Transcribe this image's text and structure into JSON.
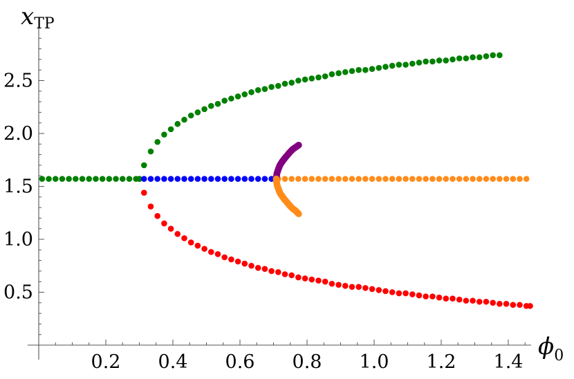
{
  "chart_data": {
    "type": "scatter",
    "xlabel": "ϕ",
    "xlabel_sub": "0",
    "ylabel": "x",
    "ylabel_sub": "TP",
    "xlim": [
      0,
      1.47
    ],
    "ylim": [
      0,
      2.9
    ],
    "xticks": [
      "0.2",
      "0.4",
      "0.6",
      "0.8",
      "1.0",
      "1.2",
      "1.4"
    ],
    "yticks": [
      "0.5",
      "1.0",
      "1.5",
      "2.0",
      "2.5"
    ],
    "grid": false,
    "series": [
      {
        "color": "#008000",
        "marker_size": "small",
        "points": [
          [
            0.01,
            1.571
          ],
          [
            0.03,
            1.571
          ],
          [
            0.05,
            1.571
          ],
          [
            0.07,
            1.571
          ],
          [
            0.09,
            1.571
          ],
          [
            0.11,
            1.571
          ],
          [
            0.13,
            1.571
          ],
          [
            0.15,
            1.571
          ],
          [
            0.17,
            1.571
          ],
          [
            0.19,
            1.571
          ],
          [
            0.21,
            1.571
          ],
          [
            0.23,
            1.571
          ],
          [
            0.25,
            1.571
          ],
          [
            0.27,
            1.571
          ],
          [
            0.29,
            1.571
          ],
          [
            0.3,
            1.571
          ]
        ]
      },
      {
        "color": "#008000",
        "marker_size": "small",
        "points": [
          [
            0.3,
            1.571
          ],
          [
            0.314,
            1.7
          ],
          [
            0.334,
            1.83
          ],
          [
            0.354,
            1.92
          ],
          [
            0.374,
            1.99
          ],
          [
            0.394,
            2.04
          ],
          [
            0.414,
            2.09
          ],
          [
            0.434,
            2.13
          ],
          [
            0.454,
            2.17
          ],
          [
            0.474,
            2.2
          ],
          [
            0.494,
            2.23
          ],
          [
            0.514,
            2.26
          ],
          [
            0.534,
            2.28
          ],
          [
            0.554,
            2.31
          ],
          [
            0.574,
            2.33
          ],
          [
            0.594,
            2.35
          ],
          [
            0.614,
            2.37
          ],
          [
            0.634,
            2.39
          ],
          [
            0.654,
            2.41
          ],
          [
            0.674,
            2.42
          ],
          [
            0.694,
            2.44
          ],
          [
            0.714,
            2.45
          ],
          [
            0.734,
            2.47
          ],
          [
            0.754,
            2.48
          ],
          [
            0.774,
            2.5
          ],
          [
            0.794,
            2.51
          ],
          [
            0.814,
            2.52
          ],
          [
            0.834,
            2.53
          ],
          [
            0.854,
            2.54
          ],
          [
            0.874,
            2.56
          ],
          [
            0.894,
            2.57
          ],
          [
            0.914,
            2.58
          ],
          [
            0.934,
            2.59
          ],
          [
            0.954,
            2.6
          ],
          [
            0.974,
            2.6
          ],
          [
            0.994,
            2.61
          ],
          [
            1.014,
            2.62
          ],
          [
            1.034,
            2.63
          ],
          [
            1.054,
            2.64
          ],
          [
            1.074,
            2.65
          ],
          [
            1.094,
            2.65
          ],
          [
            1.114,
            2.66
          ],
          [
            1.134,
            2.67
          ],
          [
            1.154,
            2.68
          ],
          [
            1.174,
            2.68
          ],
          [
            1.194,
            2.69
          ],
          [
            1.214,
            2.69
          ],
          [
            1.234,
            2.7
          ],
          [
            1.254,
            2.71
          ],
          [
            1.274,
            2.71
          ],
          [
            1.294,
            2.72
          ],
          [
            1.314,
            2.72
          ],
          [
            1.334,
            2.73
          ],
          [
            1.354,
            2.74
          ],
          [
            1.374,
            2.74
          ]
        ]
      },
      {
        "color": "#ff0000",
        "marker_size": "small",
        "points": [
          [
            0.314,
            1.44
          ],
          [
            0.334,
            1.31
          ],
          [
            0.354,
            1.22
          ],
          [
            0.374,
            1.15
          ],
          [
            0.394,
            1.1
          ],
          [
            0.414,
            1.05
          ],
          [
            0.434,
            1.01
          ],
          [
            0.454,
            0.97
          ],
          [
            0.474,
            0.94
          ],
          [
            0.494,
            0.91
          ],
          [
            0.514,
            0.88
          ],
          [
            0.534,
            0.86
          ],
          [
            0.554,
            0.83
          ],
          [
            0.574,
            0.81
          ],
          [
            0.594,
            0.79
          ],
          [
            0.614,
            0.77
          ],
          [
            0.634,
            0.75
          ],
          [
            0.654,
            0.73
          ],
          [
            0.674,
            0.72
          ],
          [
            0.694,
            0.7
          ],
          [
            0.714,
            0.69
          ],
          [
            0.734,
            0.67
          ],
          [
            0.754,
            0.66
          ],
          [
            0.774,
            0.64
          ],
          [
            0.794,
            0.63
          ],
          [
            0.814,
            0.62
          ],
          [
            0.834,
            0.61
          ],
          [
            0.854,
            0.6
          ],
          [
            0.874,
            0.58
          ],
          [
            0.894,
            0.57
          ],
          [
            0.914,
            0.56
          ],
          [
            0.934,
            0.55
          ],
          [
            0.954,
            0.55
          ],
          [
            0.974,
            0.54
          ],
          [
            0.994,
            0.53
          ],
          [
            1.014,
            0.52
          ],
          [
            1.034,
            0.51
          ],
          [
            1.054,
            0.5
          ],
          [
            1.074,
            0.49
          ],
          [
            1.094,
            0.49
          ],
          [
            1.114,
            0.48
          ],
          [
            1.134,
            0.47
          ],
          [
            1.154,
            0.46
          ],
          [
            1.174,
            0.46
          ],
          [
            1.194,
            0.45
          ],
          [
            1.214,
            0.44
          ],
          [
            1.234,
            0.44
          ],
          [
            1.254,
            0.43
          ],
          [
            1.274,
            0.42
          ],
          [
            1.294,
            0.42
          ],
          [
            1.314,
            0.41
          ],
          [
            1.334,
            0.41
          ],
          [
            1.354,
            0.4
          ],
          [
            1.374,
            0.39
          ],
          [
            1.394,
            0.39
          ],
          [
            1.414,
            0.38
          ],
          [
            1.434,
            0.38
          ],
          [
            1.454,
            0.37
          ],
          [
            1.465,
            0.37
          ]
        ]
      },
      {
        "color": "#0000ff",
        "marker_size": "small",
        "points": [
          [
            0.314,
            1.571
          ],
          [
            0.334,
            1.571
          ],
          [
            0.354,
            1.571
          ],
          [
            0.374,
            1.571
          ],
          [
            0.394,
            1.571
          ],
          [
            0.414,
            1.571
          ],
          [
            0.434,
            1.571
          ],
          [
            0.454,
            1.571
          ],
          [
            0.474,
            1.571
          ],
          [
            0.494,
            1.571
          ],
          [
            0.514,
            1.571
          ],
          [
            0.534,
            1.571
          ],
          [
            0.554,
            1.571
          ],
          [
            0.574,
            1.571
          ],
          [
            0.594,
            1.571
          ],
          [
            0.614,
            1.571
          ],
          [
            0.634,
            1.571
          ],
          [
            0.654,
            1.571
          ],
          [
            0.674,
            1.571
          ],
          [
            0.694,
            1.571
          ],
          [
            0.705,
            1.571
          ]
        ]
      },
      {
        "color": "#ff8c1a",
        "marker_size": "small",
        "points": [
          [
            0.714,
            1.571
          ],
          [
            0.734,
            1.571
          ],
          [
            0.754,
            1.571
          ],
          [
            0.774,
            1.571
          ],
          [
            0.794,
            1.571
          ],
          [
            0.814,
            1.571
          ],
          [
            0.834,
            1.571
          ],
          [
            0.854,
            1.571
          ],
          [
            0.874,
            1.571
          ],
          [
            0.894,
            1.571
          ],
          [
            0.914,
            1.571
          ],
          [
            0.934,
            1.571
          ],
          [
            0.954,
            1.571
          ],
          [
            0.974,
            1.571
          ],
          [
            0.994,
            1.571
          ],
          [
            1.014,
            1.571
          ],
          [
            1.034,
            1.571
          ],
          [
            1.054,
            1.571
          ],
          [
            1.074,
            1.571
          ],
          [
            1.094,
            1.571
          ],
          [
            1.114,
            1.571
          ],
          [
            1.134,
            1.571
          ],
          [
            1.154,
            1.571
          ],
          [
            1.174,
            1.571
          ],
          [
            1.194,
            1.571
          ],
          [
            1.214,
            1.571
          ],
          [
            1.234,
            1.571
          ],
          [
            1.254,
            1.571
          ],
          [
            1.274,
            1.571
          ],
          [
            1.294,
            1.571
          ],
          [
            1.314,
            1.571
          ],
          [
            1.334,
            1.571
          ],
          [
            1.354,
            1.571
          ],
          [
            1.374,
            1.571
          ],
          [
            1.394,
            1.571
          ],
          [
            1.414,
            1.571
          ],
          [
            1.434,
            1.571
          ],
          [
            1.454,
            1.571
          ]
        ]
      },
      {
        "color": "#800080",
        "marker_size": "dense",
        "points": [
          [
            0.708,
            1.571
          ],
          [
            0.71,
            1.62
          ],
          [
            0.714,
            1.66
          ],
          [
            0.719,
            1.7
          ],
          [
            0.725,
            1.73
          ],
          [
            0.732,
            1.76
          ],
          [
            0.74,
            1.79
          ],
          [
            0.748,
            1.82
          ],
          [
            0.757,
            1.85
          ],
          [
            0.766,
            1.87
          ],
          [
            0.775,
            1.89
          ]
        ]
      },
      {
        "color": "#ff8c1a",
        "marker_size": "dense",
        "points": [
          [
            0.708,
            1.571
          ],
          [
            0.71,
            1.52
          ],
          [
            0.714,
            1.48
          ],
          [
            0.719,
            1.44
          ],
          [
            0.725,
            1.41
          ],
          [
            0.732,
            1.38
          ],
          [
            0.74,
            1.35
          ],
          [
            0.748,
            1.32
          ],
          [
            0.757,
            1.29
          ],
          [
            0.766,
            1.27
          ],
          [
            0.775,
            1.24
          ]
        ]
      }
    ]
  }
}
